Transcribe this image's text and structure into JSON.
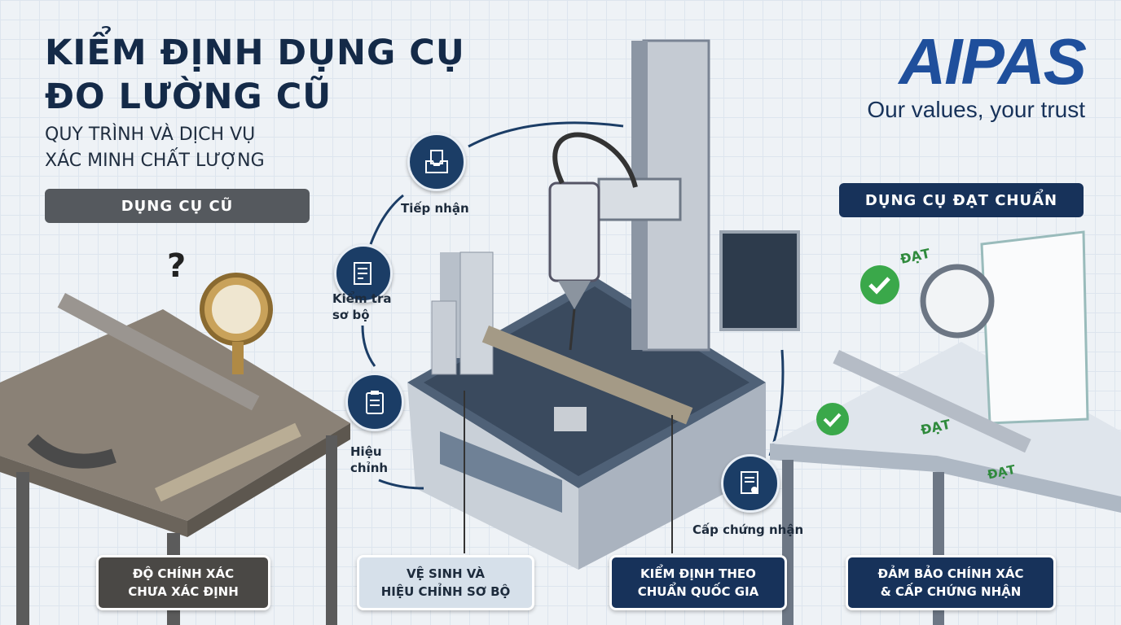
{
  "header": {
    "title_line1": "KIỂM ĐỊNH DỤNG CỤ",
    "title_line2": "ĐO LƯỜNG CŨ",
    "subtitle_line1": "QUY TRÌNH VÀ DỊCH VỤ",
    "subtitle_line2": "XÁC MINH CHẤT LƯỢNG"
  },
  "brand": {
    "logo": "AIPAS",
    "tagline": "Our values, your trust"
  },
  "sections": {
    "old": "DỤNG CỤ CŨ",
    "certified": "DỤNG CỤ ĐẠT CHUẨN"
  },
  "steps": [
    {
      "label": "Tiếp nhận",
      "icon": "inbox-icon"
    },
    {
      "label": "Kiểm tra\nsơ bộ",
      "icon": "checklist-icon"
    },
    {
      "label": "Hiệu\nchỉnh",
      "icon": "clipboard-icon"
    },
    {
      "label": "Cấp chứng nhận",
      "icon": "certificate-icon"
    }
  ],
  "badges": {
    "question": "?",
    "pass": "ĐẠT"
  },
  "captions": [
    "ĐỘ CHÍNH XÁC\nCHƯA XÁC ĐỊNH",
    "VỆ SINH VÀ\nHIỆU CHỈNH SƠ BỘ",
    "KIỂM ĐỊNH THEO\nCHUẨN QUỐC GIA",
    "ĐẢM BẢO CHÍNH XÁC\n& CẤP CHỨNG NHẬN"
  ],
  "colors": {
    "navy": "#17325a",
    "brand": "#1f4f9c",
    "dark": "#4a4845",
    "light": "#d6e0ea",
    "green": "#3aa84a"
  }
}
